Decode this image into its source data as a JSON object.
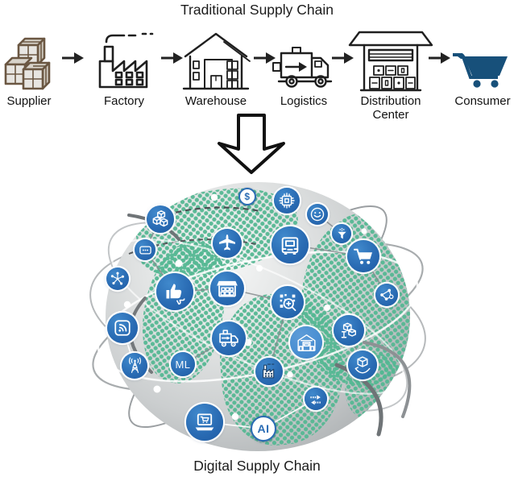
{
  "traditional": {
    "title": "Traditional Supply Chain",
    "stages": [
      {
        "label": "Supplier",
        "icon": "supplier-crates-icon"
      },
      {
        "label": "Factory",
        "icon": "factory-building-icon"
      },
      {
        "label": "Warehouse",
        "icon": "warehouse-building-icon"
      },
      {
        "label": "Logistics",
        "icon": "logistics-truck-icon"
      },
      {
        "label": "Distribution Center",
        "icon": "distribution-center-icon"
      },
      {
        "label": "Consumer",
        "icon": "consumer-cart-icon"
      }
    ],
    "flow_arrow_icon": "right-arrow-icon"
  },
  "transition": {
    "icon": "block-down-arrow-icon"
  },
  "digital": {
    "title": "Digital Supply Chain",
    "node_labels": {
      "dollar": "$",
      "ml": "ML",
      "ai": "AI"
    },
    "globe_icons": [
      "dollar-coin-icon",
      "cpu-chip-icon",
      "smiley-face-icon",
      "cargo-boxes-icon",
      "airplane-icon",
      "filter-funnel-icon",
      "shopping-cart-icon",
      "truck-front-icon",
      "chat-message-icon",
      "network-hub-icon",
      "thumbs-feedback-icon",
      "storefront-icon",
      "qr-scan-search-icon",
      "share-nodes-icon",
      "rfid-tag-icon",
      "crane-boxes-icon",
      "smart-warehouse-icon",
      "delivery-truck-icon",
      "machine-learning-badge",
      "radio-tower-icon",
      "factory-icon",
      "hand-box-delivery-icon",
      "data-transfer-icon",
      "ecommerce-laptop-icon",
      "artificial-intelligence-badge"
    ],
    "colors": {
      "node_blue": "#2a6cb4",
      "node_blue_light": "#4a8fd2",
      "continent_green": "#55b893",
      "globe_silver": "#c9cccd",
      "consumer_navy": "#17507a"
    }
  }
}
